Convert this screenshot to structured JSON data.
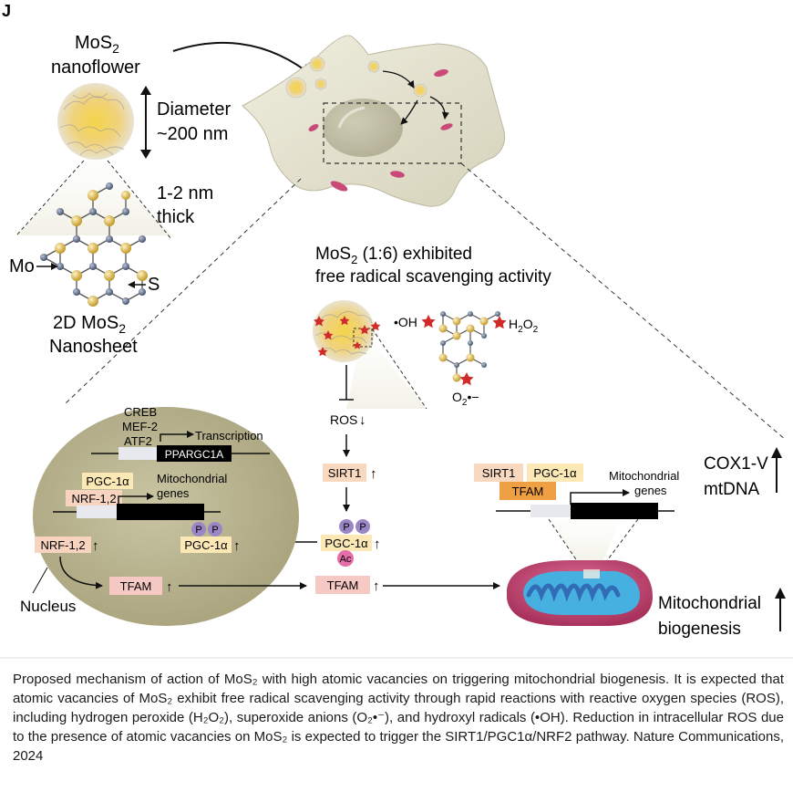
{
  "panel_label": "J",
  "nanoflower": {
    "title_line1": "MoS",
    "title_sub": "2",
    "title_line2": "nanoflower",
    "diameter_line1": "Diameter",
    "diameter_line2": "~200 nm",
    "thick_line1": "1-2 nm",
    "thick_line2": "thick",
    "mo_label": "Mo",
    "s_label": "S",
    "nanosheet_line1a": "2D MoS",
    "nanosheet_line1_sub": "2",
    "nanosheet_line2": "Nanosheet"
  },
  "scavenging": {
    "title_a": "MoS",
    "title_sub": "2",
    "title_b": " (1:6) exhibited",
    "title_line2": "free radical scavenging activity",
    "oh": "•OH",
    "h2o2_a": "H",
    "h2o2_sub1": "2",
    "h2o2_b": "O",
    "h2o2_sub2": "2",
    "o2_a": "O",
    "o2_sub": "2",
    "o2_b": "•−"
  },
  "pathway": {
    "ros": "ROS",
    "sirt1": "SIRT1",
    "p": "P",
    "pgc1a": "PGC-1α",
    "ac": "Ac",
    "tfam": "TFAM"
  },
  "nucleus": {
    "creb": "CREB",
    "mef2": "MEF-2",
    "atf2": "ATF2",
    "transcription": "Transcription",
    "ppargc1a": "PPARGC1A",
    "pgc1a": "PGC-1α",
    "nrf12": "NRF-1,2",
    "mito_genes_1": "Mitochondrial",
    "mito_genes_2": "genes",
    "nrf12_up": "NRF-1,2",
    "tfam": "TFAM",
    "nucleus_label": "Nucleus"
  },
  "mito": {
    "sirt1": "SIRT1",
    "pgc1a": "PGC-1α",
    "tfam": "TFAM",
    "genes_1": "Mitochondrial",
    "genes_2": "genes",
    "cox1v": "COX1-V",
    "mtdna": "mtDNA",
    "biogenesis_1": "Mitochondrial",
    "biogenesis_2": "biogenesis"
  },
  "caption": "Proposed mechanism of action of MoS₂ with high atomic vacancies on triggering mitochondrial biogenesis. It is expected that atomic vacancies of MoS₂ exhibit free radical scavenging activity through rapid reactions with reactive oxygen species (ROS), including hydrogen peroxide (H₂O₂), superoxide anions (O₂•⁻), and hydroxyl radicals (•OH). Reduction in intracellular ROS due to the presence of atomic vacancies on MoS₂ is expected to trigger the SIRT1/PGC1α/NRF2 pathway. Nature Communications, 2024",
  "colors": {
    "gold": "#d9b54a",
    "mo_blue": "#5a6a86",
    "cell": "#e3dfc9",
    "nucleus": "#b7b28e",
    "sirt_box": "#f8d9c0",
    "pgc_box": "#fbe8b4",
    "tfam_box": "#f7c9c4",
    "tfam_orange": "#f0a044",
    "phospho": "#9a86c4",
    "acetyl": "#e36ea8",
    "star": "#d12a2a",
    "mito_outer": "#d14d78",
    "mito_inner": "#4bb2e2"
  }
}
